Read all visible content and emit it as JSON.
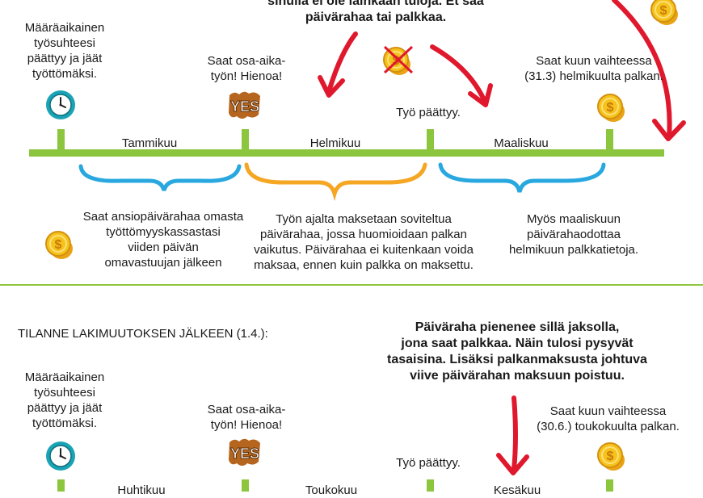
{
  "colors": {
    "timeline": "#8cc63f",
    "arrow": "#e0182d",
    "brace_blue": "#29a8e0",
    "brace_orange": "#f5a623",
    "divider": "#8cc63f",
    "coin": "#f6c21c",
    "clock": "#1aa3b5"
  },
  "icons": {
    "clock": "clock-icon",
    "yes": "yes-sign-icon",
    "coin": "coin-icon",
    "no_coin": "crossed-coin-icon"
  },
  "top": {
    "header_fragment": "sinulla ei ole lainkaan tuloja. Et saa\npäivärahaa tai palkkaa.",
    "contract_end": "Määräaikainen\ntyösuhteesi\npäättyy ja jäät\ntyöttömäksi.",
    "part_time": "Saat osa-aika-\ntyön! Hienoa!",
    "work_ends": "Työ päättyy.",
    "salary": "Saat kuun vaihteessa\n(31.3) helmikuulta palkan.",
    "months": [
      "Tammikuu",
      "Helmikuu",
      "Maaliskuu"
    ],
    "note_1": "Saat ansiopäivärahaa omasta\ntyöttömyyskassastasi\nviiden päivän\nomavastuujan jälkeen",
    "note_2": "Työn ajalta maksetaan soviteltua\npäivärahaa, jossa huomioidaan palkan\nvaikutus. Päivärahaa ei kuitenkaan voida\nmaksaa, ennen kuin palkka on maksettu.",
    "note_3": "Myös maaliskuun\npäivärahaodottaa\nhelmikuun palkkatietoja."
  },
  "bottom": {
    "section_title": "TILANNE LAKIMUUTOKSEN JÄLKEEN (1.4.):",
    "headline": "Päiväraha pienenee sillä jaksolla,\njona saat palkkaa. Näin tulosi pysyvät\ntasaisina. Lisäksi palkanmaksusta johtuva\nviive päivärahan maksuun poistuu.",
    "contract_end": "Määräaikainen\ntyösuhteesi\npäättyy ja jäät\ntyöttömäksi.",
    "part_time": "Saat osa-aika-\ntyön! Hienoa!",
    "work_ends": "Työ päättyy.",
    "salary": "Saat kuun vaihteessa\n(30.6.) toukokuulta palkan.",
    "months": [
      "Huhtikuu",
      "Toukokuu",
      "Kesäkuu"
    ]
  }
}
